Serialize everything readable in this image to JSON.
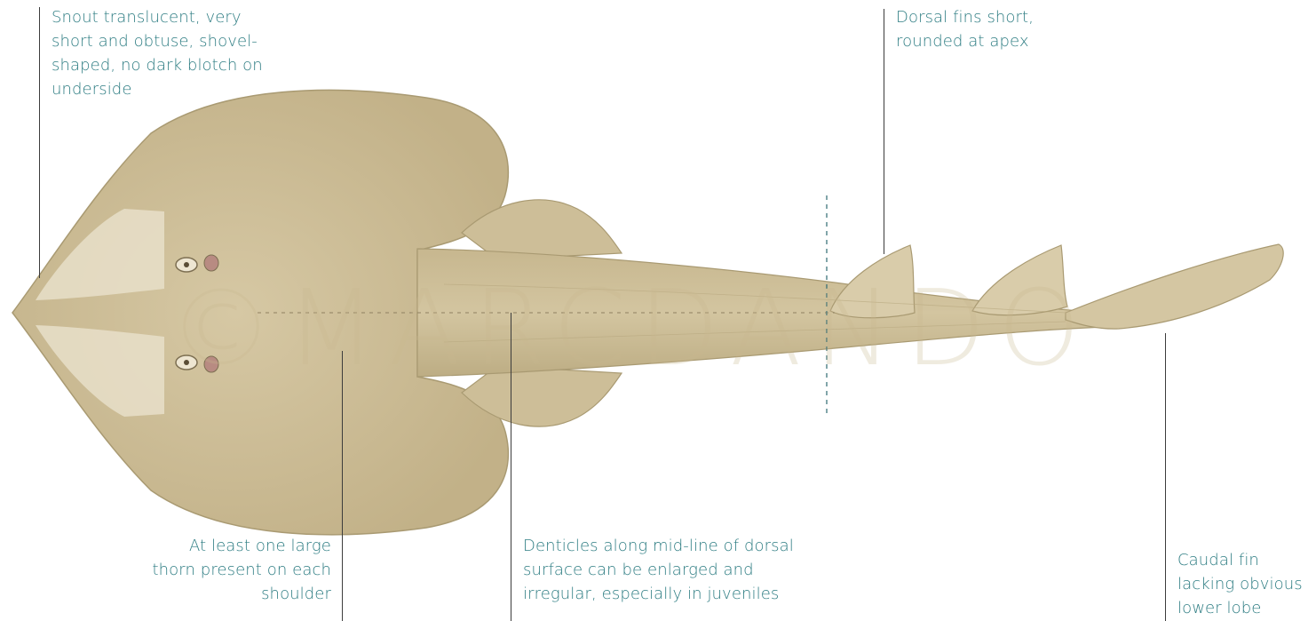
{
  "callouts": {
    "snout": [
      "Snout translucent, very",
      "short and obtuse, shovel-",
      "shaped, no dark blotch on",
      "underside"
    ],
    "dorsal": [
      "Dorsal fins short,",
      "rounded at apex"
    ],
    "thorn": [
      "At least one large",
      "thorn present on each",
      "shoulder"
    ],
    "denticles": [
      "Denticles along mid-line of dorsal",
      "surface can be enlarged and",
      "irregular, especially in juveniles"
    ],
    "caudal": [
      "Caudal fin",
      "lacking obvious",
      "lower lobe"
    ]
  },
  "watermark": "©MARCDANDO",
  "colors": {
    "text": "#2e7d83",
    "body": "#cbbb94",
    "fin_edge": "#a99a72",
    "leader": "#3c3c3c"
  }
}
